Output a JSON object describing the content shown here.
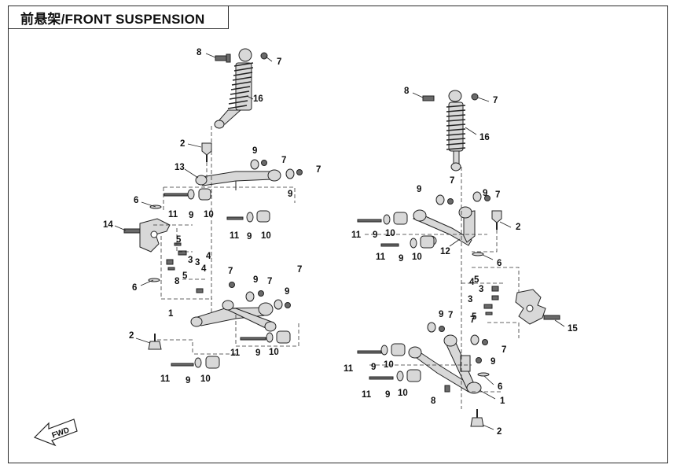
{
  "title": "前悬架/FRONT SUSPENSION",
  "fwd_badge": "FWD",
  "left_labels": [
    "8",
    "7",
    "16",
    "2",
    "9",
    "7",
    "13",
    "9",
    "7",
    "6",
    "11",
    "9",
    "10",
    "11",
    "9",
    "10",
    "14",
    "5",
    "4",
    "3",
    "4",
    "5",
    "3",
    "8",
    "6",
    "7",
    "9",
    "7",
    "9",
    "7",
    "1",
    "2",
    "11",
    "9",
    "10",
    "11",
    "9",
    "10"
  ],
  "right_labels": [
    "8",
    "7",
    "16",
    "9",
    "7",
    "9",
    "7",
    "11",
    "9",
    "10",
    "2",
    "11",
    "9",
    "10",
    "12",
    "6",
    "5",
    "3",
    "4",
    "3",
    "5",
    "15",
    "9",
    "7",
    "9",
    "7",
    "11",
    "9",
    "10",
    "7",
    "11",
    "9",
    "10",
    "6",
    "8",
    "1",
    "2"
  ]
}
